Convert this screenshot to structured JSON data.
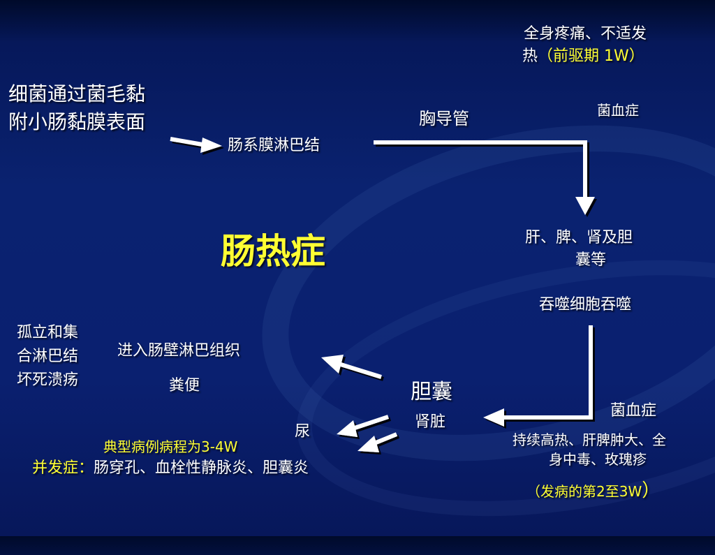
{
  "title": "肠热症",
  "nodes": {
    "bacteria_attach_line1": "细菌通过菌毛黏",
    "bacteria_attach_line2": "附小肠黏膜表面",
    "mesenteric_lymph": "肠系膜淋巴结",
    "thoracic_duct": "胸导管",
    "bacteremia_1": "菌血症",
    "prodrome_line1": "全身疼痛、不适发",
    "prodrome_line2_prefix": "热",
    "prodrome_line2_yellow": "（前驱期  1W）",
    "organs_line1": "肝、脾、肾及胆",
    "organs_line2": "囊等",
    "phagocytosis": "吞噬细胞吞噬",
    "bacteremia_2": "菌血症",
    "symptoms_line1": "持续高热、肝脾肿大、全",
    "symptoms_line2": "身中毒、玫瑰疹",
    "onset_period": "（发病的第2至3W",
    "onset_period_close": "）",
    "gallbladder": "胆囊",
    "kidney": "肾脏",
    "urine": "尿",
    "feces": "粪便",
    "intestinal_lymph": "进入肠壁淋巴组织",
    "necrosis_line1": "孤立和集",
    "necrosis_line2": "合淋巴结",
    "necrosis_line3": "坏死溃疡",
    "course": "典型病例病程为3-4W",
    "complications_label": "并发症：",
    "complications_text": "肠穿孔、血栓性静脉炎、胆囊炎"
  },
  "colors": {
    "background": "#0a2270",
    "text": "#ffffff",
    "highlight": "#ffff33",
    "arrow": "#ffffff"
  }
}
